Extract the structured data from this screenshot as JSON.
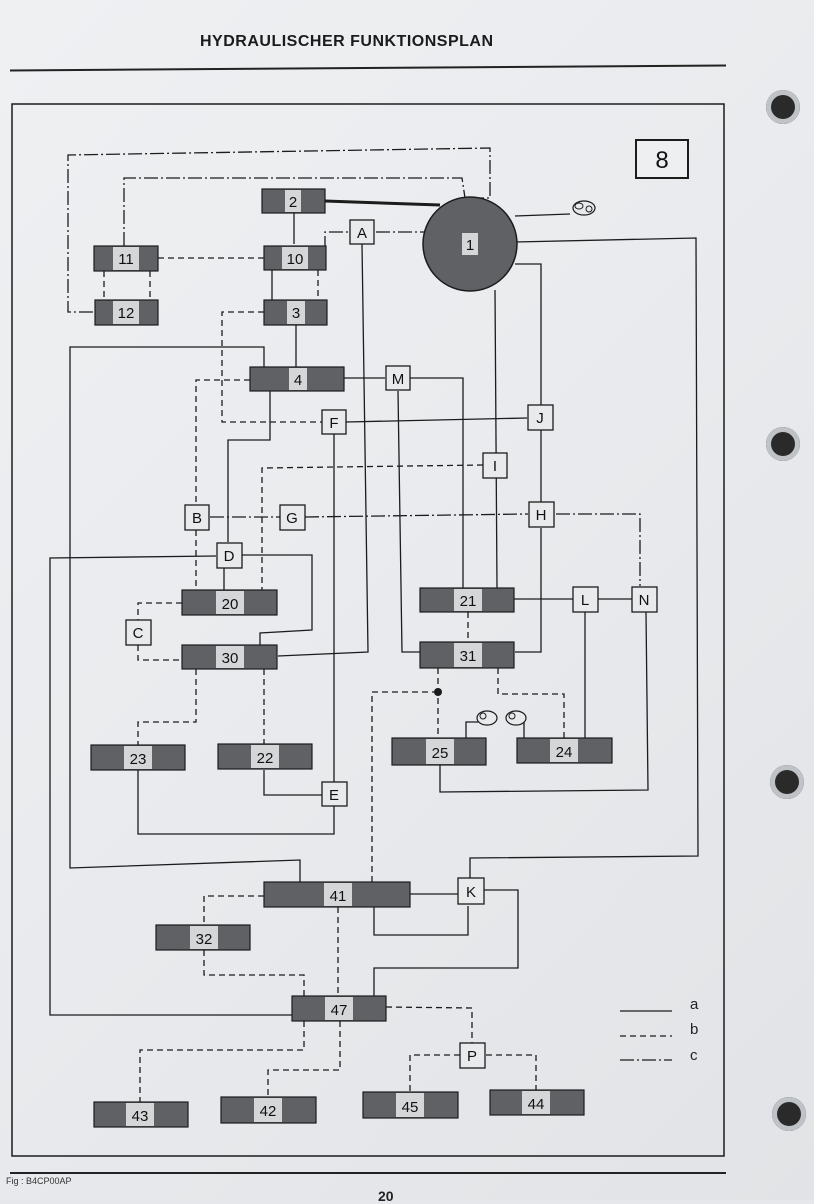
{
  "header": {
    "title": "HYDRAULISCHER FUNKTIONSPLAN"
  },
  "diagram": {
    "page_badge": "8",
    "pump": "1",
    "components": [
      "2",
      "10",
      "11",
      "12",
      "3",
      "4",
      "20",
      "30",
      "21",
      "31",
      "23",
      "22",
      "25",
      "24",
      "41",
      "32",
      "47",
      "43",
      "42",
      "45",
      "44"
    ],
    "nodes": [
      "A",
      "M",
      "F",
      "J",
      "I",
      "B",
      "G",
      "H",
      "D",
      "L",
      "N",
      "C",
      "E",
      "K",
      "P"
    ],
    "legend": [
      {
        "key": "a",
        "style": "solid"
      },
      {
        "key": "b",
        "style": "dashed"
      },
      {
        "key": "c",
        "style": "dash-dot"
      }
    ]
  },
  "footer": {
    "figure_id": "Fig : B4CP00AP",
    "page_number": "20"
  }
}
